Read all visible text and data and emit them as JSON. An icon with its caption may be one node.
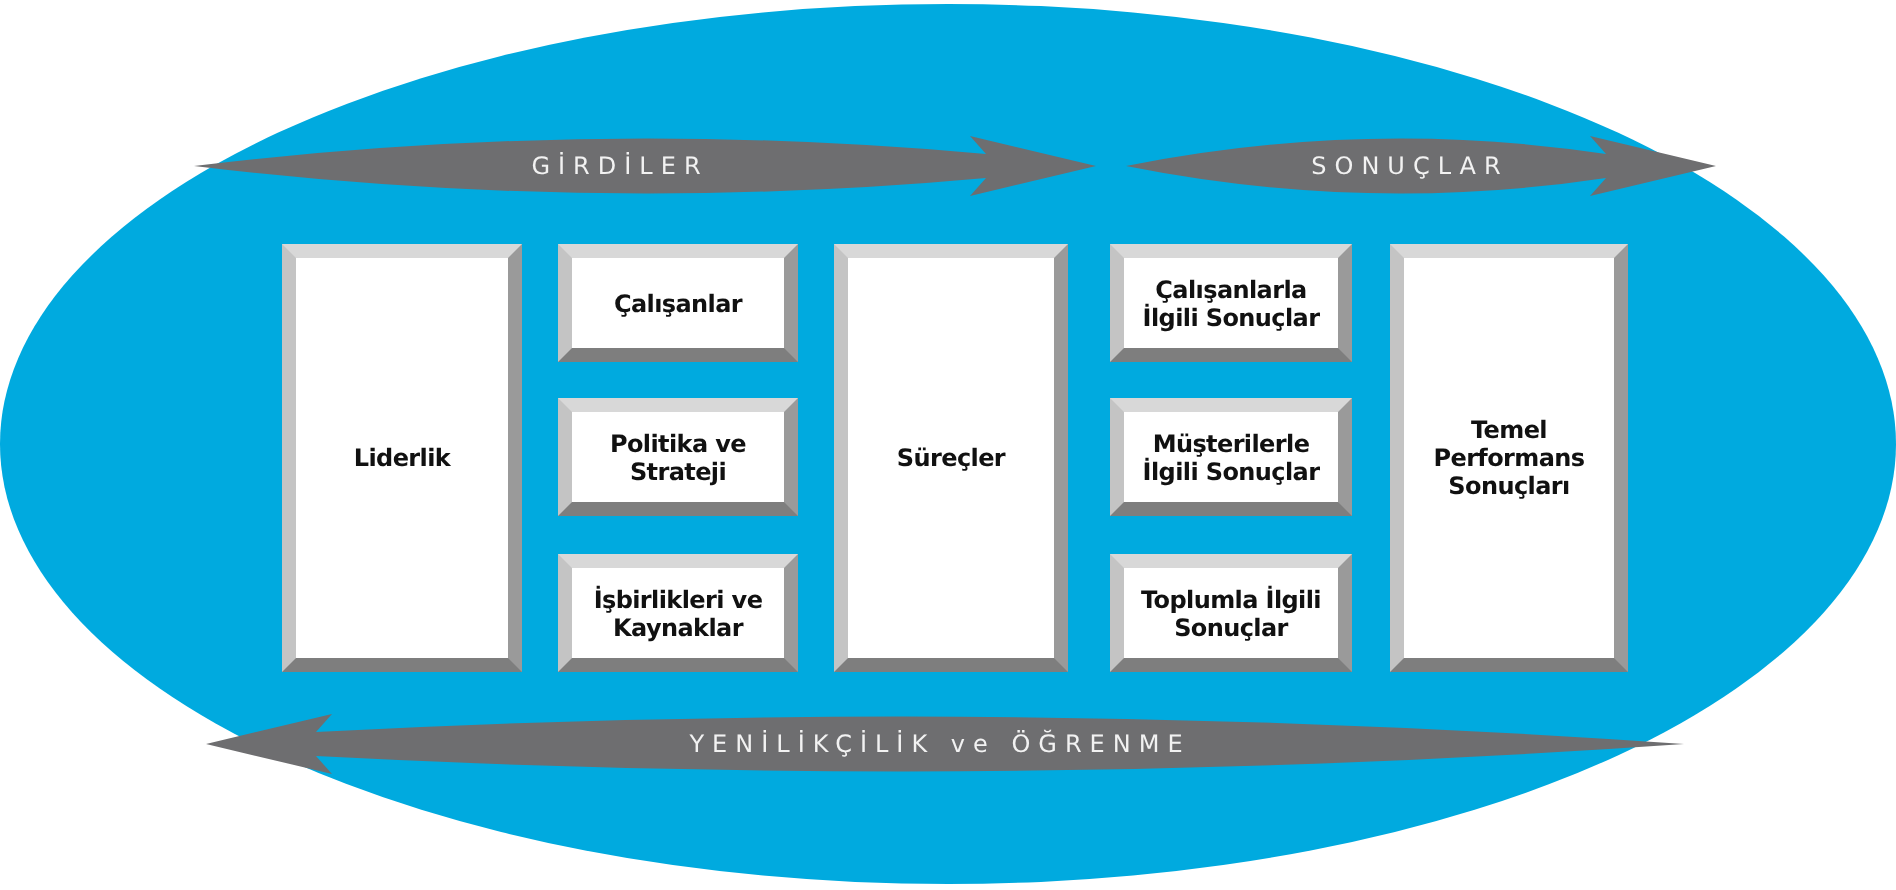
{
  "diagram": {
    "nodes": [
      {
        "text": [
          "Liderlik"
        ]
      },
      {
        "text": [
          "Çalışanlar"
        ]
      },
      {
        "text": [
          "Politika ve Strateji"
        ]
      },
      {
        "text": [
          "İşbirlikleri ve Kaynaklar"
        ]
      },
      {
        "text": [
          "Süreçler"
        ]
      },
      {
        "text": [
          "Çalışanlarla İlgili Sonuçlar"
        ]
      },
      {
        "text": [
          "Müşterilerle İlgili Sonuçlar"
        ]
      },
      {
        "text": [
          "Toplumla İlgili Sonuçlar"
        ]
      },
      {
        "text": [
          "Temel Performans Sonuçları"
        ]
      }
    ],
    "labels": [
      "GİRDİLER",
      "SONUÇLAR",
      "YENİLİKÇİLİK ve ÖĞRENME"
    ]
  }
}
